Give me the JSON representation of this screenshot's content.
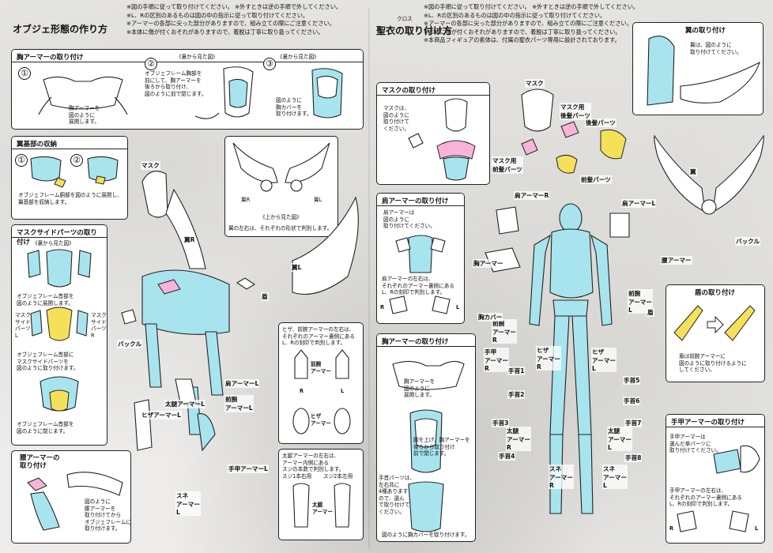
{
  "left": {
    "title": "オブジェ形態の作り方",
    "notes": "※図の手順に従って取り付けてください。 ※外すときは逆の手順で外してください。\n※L、Rの区別のあるものは図の中の指示に従って取り付けてください。\n※アーマーの各部に尖った部分がありますので、組み立ての際にご注意ください。\n※本体に傷が付くおそれがありますので、着脱は丁寧に取り扱ってください。",
    "chest": {
      "header": "胸アーマーの取り付け",
      "step1": "①",
      "step2": "②",
      "step3": "③",
      "back_view": "《裏から見た図》",
      "text1": "胸アーマーを\n図のように\n展開します。",
      "text2": "オブジェフレーム胸部を\n前にして、胸アーマーを\n後ろから取り付け、\n図のように前で閉じます。",
      "text3": "図のように\n胸カバーを\n取り付けます。"
    },
    "wingbase": {
      "header": "翼基部の収納",
      "step1": "①",
      "step2": "②",
      "text": "オブジェフレーム胴部を図のように展開し、\n翼基部を収納します。"
    },
    "maskside": {
      "header": "マスクサイドパーツの取り付け",
      "back_view": "《裏から見た図》",
      "text1": "オブジェフレーム首部を\n図のように展開します。",
      "label_l": "マスク\nサイド\nパーツ\nL",
      "label_r": "マスク\nサイド\nパーツ\nR",
      "text2": "オブジェフレーム首部に\nマスクサイドパーツを\n図のように取り付けます。",
      "text3": "オブジェフレーム首部を\n図のように閉じます。"
    },
    "waist": {
      "header": "腰アーマーの\n取り付け",
      "text": "図のように\n腰アーマーを\n取り付けてから\nオブジェフレームに\n取り付けます。"
    },
    "wings": {
      "label_r": "翼R",
      "label_l": "翼L",
      "top_view": "《上から見た図》",
      "note": "翼の左右は、それぞれの形状で判別します。"
    },
    "labels": {
      "mask": "マスク",
      "wing_r": "翼R",
      "wing_l": "翼L",
      "shield": "盾",
      "buckle": "バックル",
      "shoulder_l": "肩アーマーL",
      "forearm_l": "前腕\nアーマーL",
      "thigh_l": "太腿アーマーL",
      "knee_l": "ヒザアーマーL",
      "gauntlet_l": "手甲アーマーL",
      "shin_l": "スネ\nアーマー\nL"
    },
    "knee_note": {
      "text": "ヒザ、前腕アーマーの左右は、\nそれぞれのアーマー裏側にある\nL、Rの刻印で判別します。",
      "forearm": "前腕\nアーマー",
      "knee": "ヒザ\nアーマー",
      "r": "R",
      "l": "L"
    },
    "thigh_note": {
      "text": "太腿アーマーの左右は、\nアーマー内側にある\nスジの本数で判別します。",
      "one": "スジ1本右用",
      "two": "スジ2本左用",
      "label": "太腿\nアーマー"
    }
  },
  "right": {
    "title": "聖衣の取り付け方",
    "ruby": "クロス",
    "notes": "※図の手順に従って取り付けてください。 ※外すときは逆の手順で外してください。\n※L、Rの区別のあるものは図の中の指示に従って取り付けてください。\n※アーマーの各部に尖った部分がありますので、組み立ての際にご注意ください。\n※本体に傷が付くおそれがありますので、着脱は丁寧に取り扱ってください。\n※本商品フィギュアの素体は、付属の聖衣パーツ専用に設計されております。",
    "mask": {
      "header": "マスクの取り付け",
      "text": "マスクは、\n図のように\n取り付けて\nください。",
      "mask": "マスク",
      "rear_hair": "マスク用\n後髪パーツ",
      "front_hair_part": "マスク用\n前髪パーツ",
      "back_hair": "後髪パーツ",
      "front_hair": "前髪パーツ"
    },
    "wings": {
      "header": "翼の取り付け",
      "text": "翼は、図のように\n取り付けてください。",
      "wing": "翼"
    },
    "shoulder": {
      "header": "肩アーマーの取り付け",
      "text1": "肩アーマーは\n図のように\n取り付けてください。",
      "text2": "肩アーマーの左右は、\nそれぞれのアーマー裏側にある\nL、Rの刻印で判別します。",
      "r": "R",
      "l": "L"
    },
    "chest": {
      "header": "胸アーマーの取り付け",
      "text1": "胸アーマーを\n図のように\n展開します。",
      "text2": "腕を上げ、胸アーマーを\n後ろから取り付け\n前で閉じます。",
      "text3": "図のように胸カバーを取り付けます。",
      "gauntlet": "手首パーツは、\n左右共に\n4種あります\nので、選ん\nで取り付けて\nください。"
    },
    "shield": {
      "header": "盾の取り付け",
      "text": "盾は前腕アーマーに\n図のように取り付けるように\nしてください。"
    },
    "gauntlet": {
      "header": "手甲アーマーの取り付け",
      "text1": "手甲アーマーは\n選んだ拳パーツに\n取り付けてください。",
      "text2": "手甲アーマーの左右は、\nそれぞれのアーマー裏側にある\nL、Rの刻印で判別します。",
      "r": "R",
      "l": "L"
    },
    "labels": {
      "shoulder_r": "肩アーマーR",
      "shoulder_l": "肩アーマーL",
      "chest": "胸アーマー",
      "buckle": "バックル",
      "waist": "腰アーマー",
      "forearm_r": "前腕\nアーマー\nR",
      "forearm_l": "前腕\nアーマー\nL",
      "chest_cover": "胸カバー",
      "gauntlet_r": "手甲\nアーマー\nR",
      "shield": "盾",
      "knee_r": "ヒザ\nアーマー\nR",
      "knee_l": "ヒザ\nアーマー\nL",
      "thigh_r": "太腿\nアーマー\nR",
      "thigh_l": "太腿\nアーマー\nL",
      "shin_r": "スネ\nアーマー\nR",
      "shin_l": "スネ\nアーマー\nL",
      "hand1": "手首1",
      "hand2": "手首2",
      "hand3": "手首3",
      "hand4": "手首4",
      "hand5": "手首5",
      "hand6": "手首6",
      "hand7": "手首7",
      "hand8": "手首8"
    }
  }
}
